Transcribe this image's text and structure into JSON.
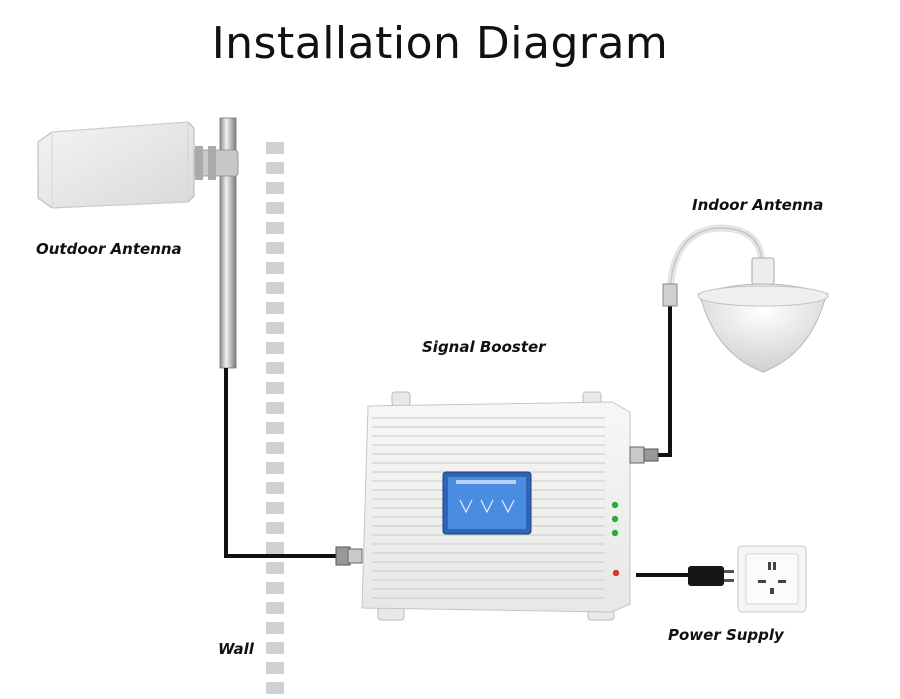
{
  "title": "Installation Diagram",
  "labels": {
    "outdoor_antenna": "Outdoor Antenna",
    "indoor_antenna": "Indoor Antenna",
    "signal_booster": "Signal Booster",
    "power_supply": "Power Supply",
    "wall": "Wall"
  },
  "colors": {
    "cable": "#111111",
    "booster_body": "#f2f4f2",
    "display_blue": "#3f7fd6",
    "led_green": "#2eaa3a",
    "led_red": "#d9332a",
    "wall_block": "#cfd2d4"
  },
  "icons": [
    "outdoor-yagi-antenna-icon",
    "indoor-ceiling-antenna-icon",
    "signal-booster-icon",
    "power-adapter-icon",
    "wall-socket-icon",
    "wall-icon"
  ]
}
